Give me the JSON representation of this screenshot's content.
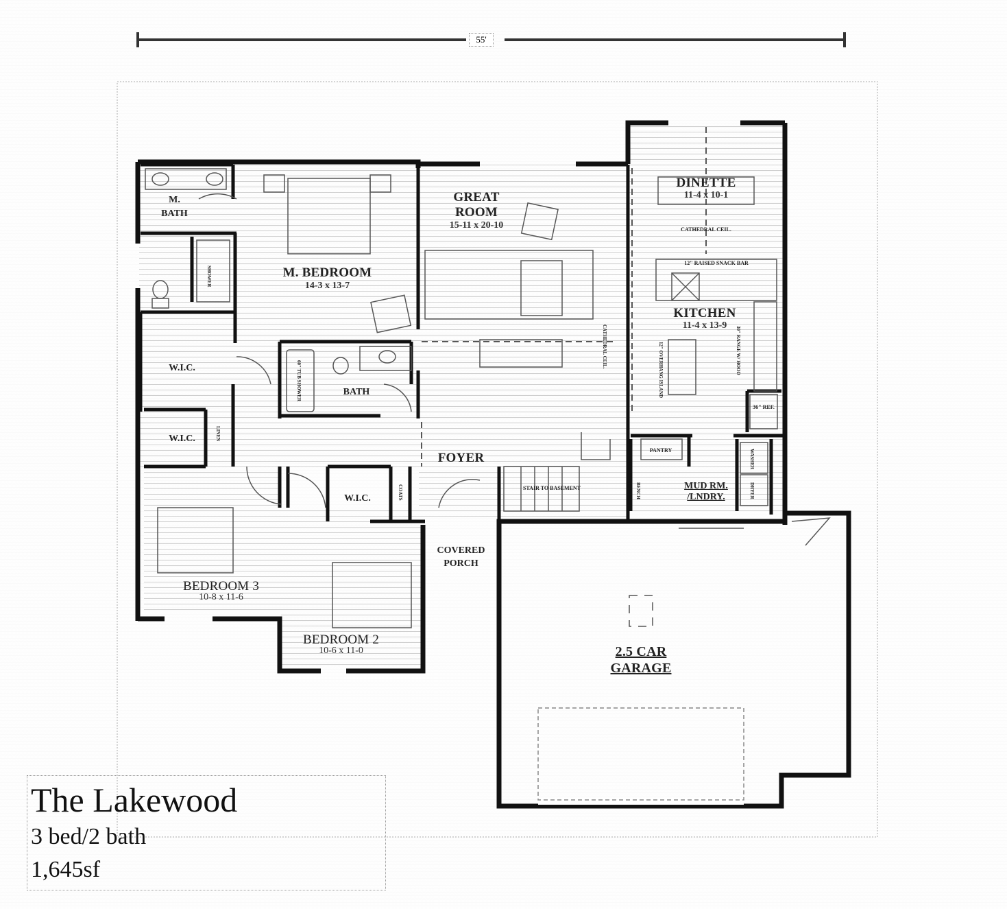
{
  "scale": {
    "label": "55'"
  },
  "info": {
    "name": "The Lakewood",
    "beds_baths": "3 bed/2 bath",
    "area": "1,645sf"
  },
  "rooms": {
    "master_bath": {
      "line1": "M.",
      "line2": "BATH"
    },
    "master_bedroom": {
      "name": "M. BEDROOM",
      "dims": "14-3 x 13-7"
    },
    "great_room": {
      "line1": "GREAT",
      "line2": "ROOM",
      "dims": "15-11 x 20-10"
    },
    "dinette": {
      "name": "DINETTE",
      "dims": "11-4 x 10-1"
    },
    "kitchen": {
      "name": "KITCHEN",
      "dims": "11-4 x 13-9"
    },
    "wic_1": {
      "name": "W.I.C."
    },
    "wic_2": {
      "name": "W.I.C."
    },
    "wic_3": {
      "name": "W.I.C."
    },
    "bath": {
      "name": "BATH"
    },
    "foyer": {
      "name": "FOYER"
    },
    "pantry": {
      "name": "PANTRY"
    },
    "mud_room": {
      "line1": "MUD RM.",
      "line2": "/LNDRY."
    },
    "covered_porch": {
      "line1": "COVERED",
      "line2": "PORCH"
    },
    "bedroom_3": {
      "name": "BEDROOM 3",
      "dims": "10-8 x 11-6"
    },
    "bedroom_2": {
      "name": "BEDROOM 2",
      "dims": "10-6 x 11-0"
    },
    "garage": {
      "line1": "2.5 CAR",
      "line2": "GARAGE"
    }
  },
  "annotations": {
    "cathedral_ceil_1": "CATHEDRAL CEIL.",
    "raised_snack_bar": "12\" RAISED SNACK BAR",
    "cathedral_ceil_2": "CATHEDRAL CEIL.",
    "range": "30\" RANGE W/ HOOD",
    "overhang_island": "12\" OVERHANG ISLAND",
    "ref": "36\" REF.",
    "washer": "WASHER",
    "dryer": "DRYER",
    "stairs": "STAIR TO BASEMENT",
    "linen": "LINEN",
    "coats": "COATS",
    "shower": "SHOWER",
    "tub": "60\" TUB SHOWER",
    "bench": "BENCH"
  }
}
